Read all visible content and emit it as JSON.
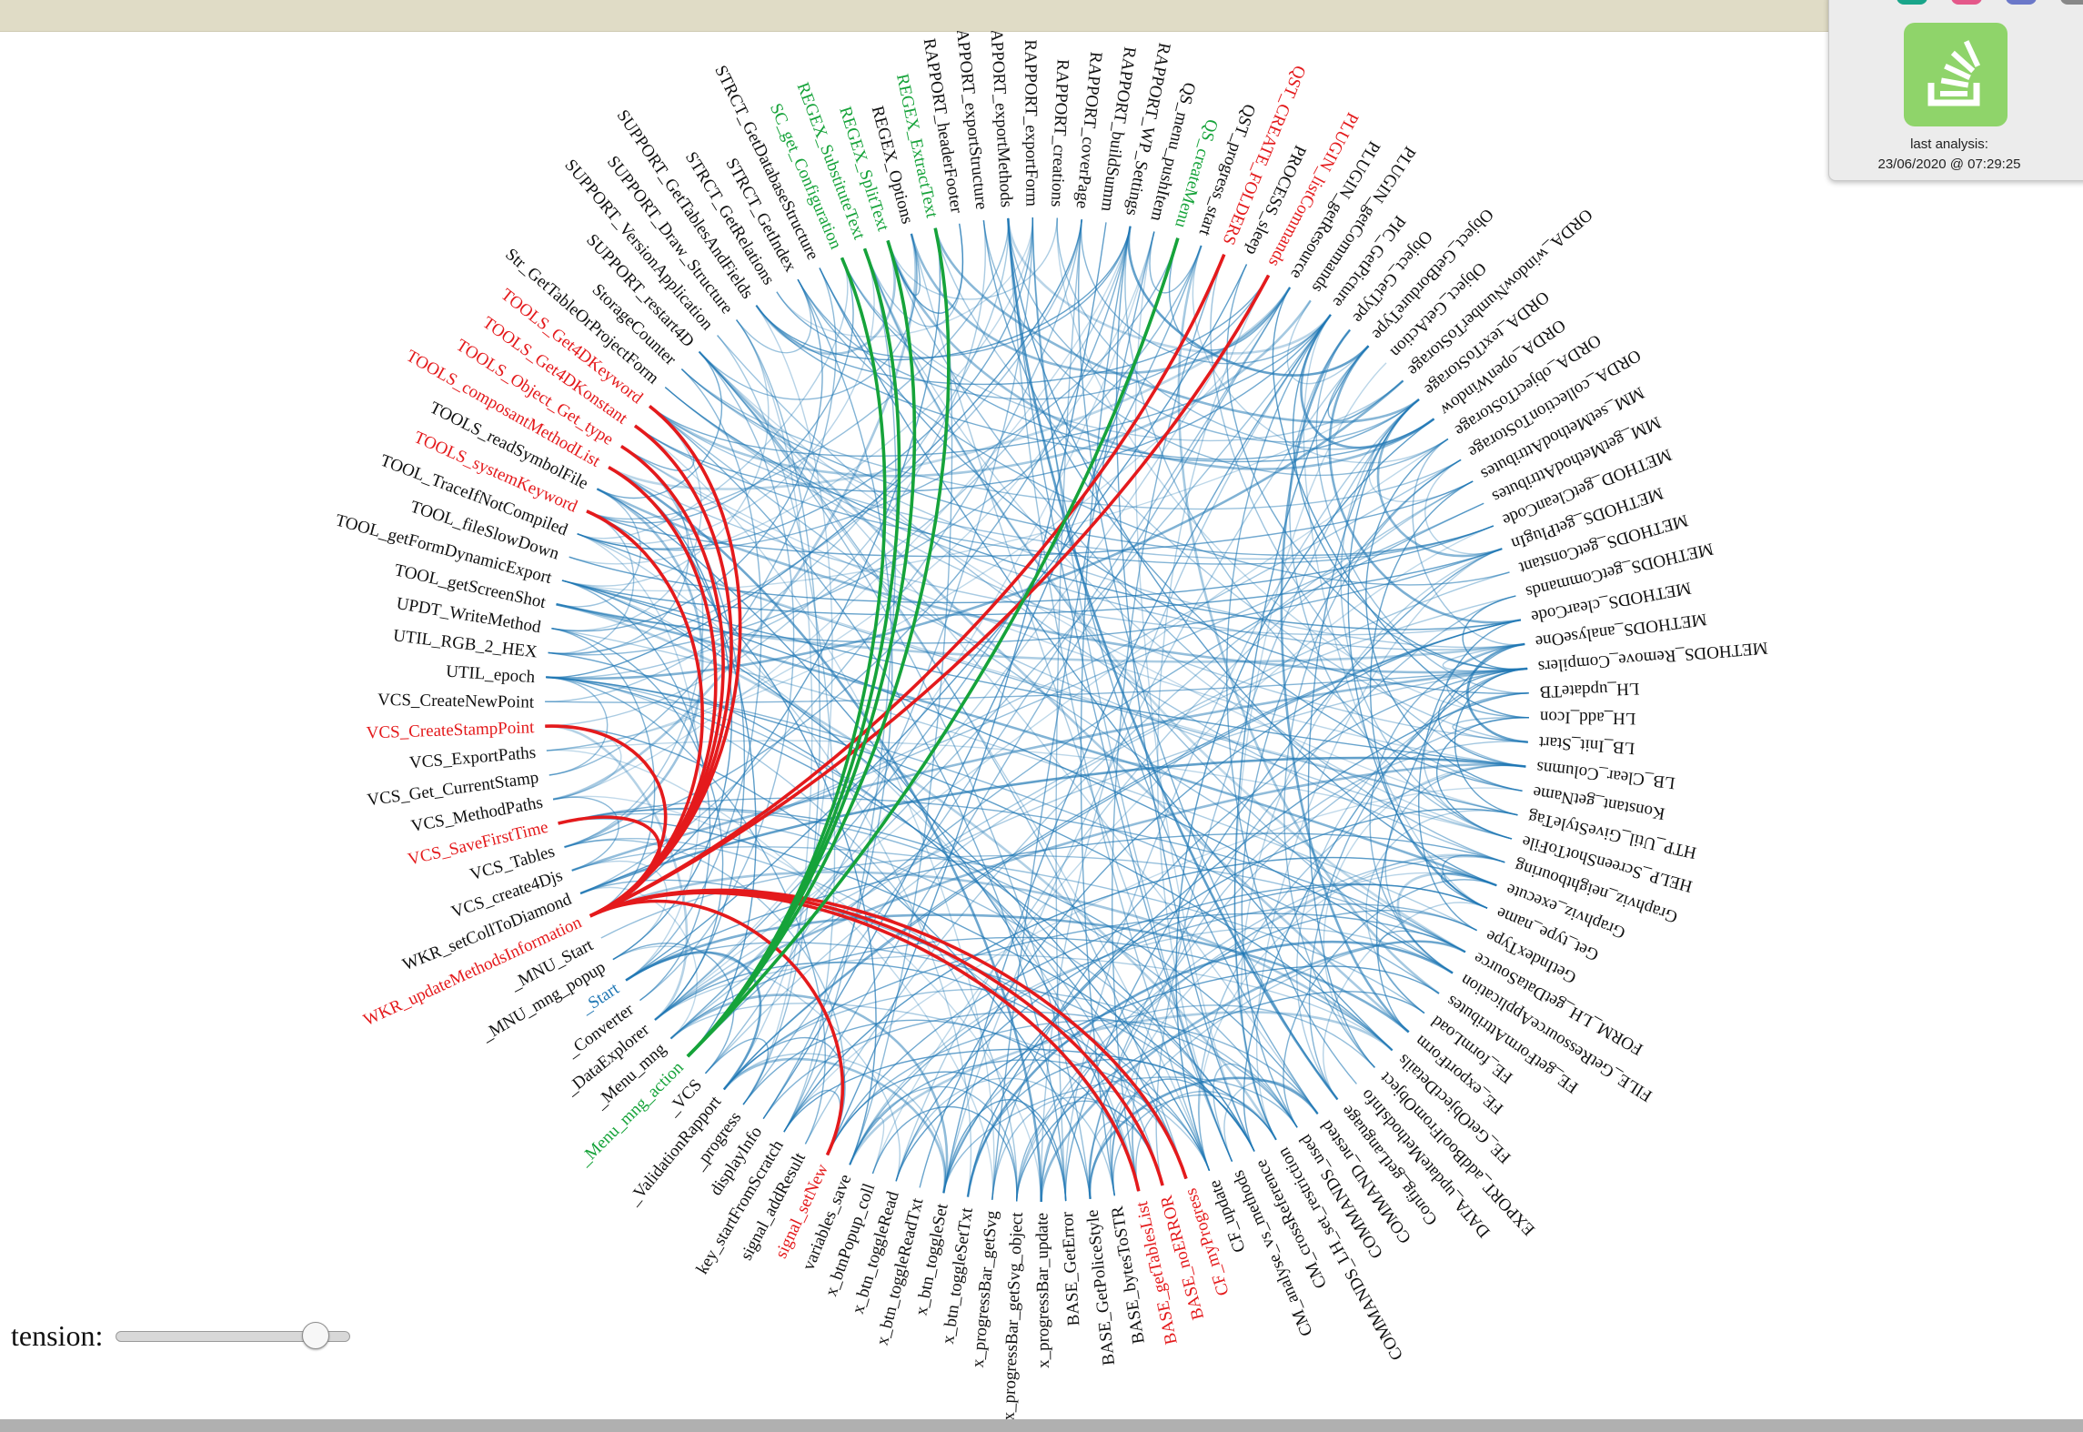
{
  "panel": {
    "caption_line1": "last analysis:",
    "caption_line2": "23/06/2020 @ 07:29:25",
    "icon": "stackoverflow-icon",
    "tab_colors": [
      "#19a58a",
      "#e4588a",
      "#6b78c9",
      "#888888"
    ]
  },
  "control": {
    "label": "tension:",
    "value": 0.85
  },
  "colors": {
    "default_label": "#111111",
    "blue_label": "#1f77b4",
    "red": "#e41a1c",
    "green": "#16a33a",
    "edge": "#1f77b4"
  },
  "nodes": [
    {
      "name": "_ValidationRapport",
      "status": "normal"
    },
    {
      "name": "_VCS",
      "status": "normal"
    },
    {
      "name": "_Menu_mng_action",
      "status": "green"
    },
    {
      "name": "_Menu_mng",
      "status": "normal"
    },
    {
      "name": "_DataExplorer",
      "status": "normal"
    },
    {
      "name": "_Converter",
      "status": "normal"
    },
    {
      "name": "_Start",
      "status": "blue"
    },
    {
      "name": "_MNU_mng_popup",
      "status": "normal"
    },
    {
      "name": "_MNU_Start",
      "status": "normal"
    },
    {
      "name": "WKR_updateMethodsInformation",
      "status": "red"
    },
    {
      "name": "WKR_setCollToDiamond",
      "status": "normal"
    },
    {
      "name": "VCS_create4Djs",
      "status": "normal"
    },
    {
      "name": "VCS_Tables",
      "status": "normal"
    },
    {
      "name": "VCS_SaveFirstTime",
      "status": "red"
    },
    {
      "name": "VCS_MethodPaths",
      "status": "normal"
    },
    {
      "name": "VCS_Get_CurrentStamp",
      "status": "normal"
    },
    {
      "name": "VCS_ExportPaths",
      "status": "normal"
    },
    {
      "name": "VCS_CreateStampPoint",
      "status": "red"
    },
    {
      "name": "VCS_CreateNewPoint",
      "status": "normal"
    },
    {
      "name": "UTIL_epoch",
      "status": "normal"
    },
    {
      "name": "UTIL_RGB_2_HEX",
      "status": "normal"
    },
    {
      "name": "UPDT_WriteMethod",
      "status": "normal"
    },
    {
      "name": "TOOL_getScreenShot",
      "status": "normal"
    },
    {
      "name": "TOOL_getFormDynamicExport",
      "status": "normal"
    },
    {
      "name": "TOOL_fileSlowDown",
      "status": "normal"
    },
    {
      "name": "TOOL_TraceIfNotCompiled",
      "status": "normal"
    },
    {
      "name": "TOOLS_systemKeyword",
      "status": "red"
    },
    {
      "name": "TOOLS_readSymbolFile",
      "status": "normal"
    },
    {
      "name": "TOOLS_composantMethodList",
      "status": "red"
    },
    {
      "name": "TOOLS_Object_Get_type",
      "status": "red"
    },
    {
      "name": "TOOLS_Get4DKonstant",
      "status": "red"
    },
    {
      "name": "TOOLS_Get4DKeyword",
      "status": "red"
    },
    {
      "name": "Str_GetTableOrProjectForm",
      "status": "normal"
    },
    {
      "name": "StorageCounter",
      "status": "normal"
    },
    {
      "name": "SUPPORT_restart4D",
      "status": "normal"
    },
    {
      "name": "SUPPORT_VersionApplication",
      "status": "normal"
    },
    {
      "name": "SUPPORT_Draw_Structure",
      "status": "normal"
    },
    {
      "name": "SUPPORT_GetTablesAndFields",
      "status": "normal"
    },
    {
      "name": "STRCT_GetRelations",
      "status": "normal"
    },
    {
      "name": "STRCT_GetIndex",
      "status": "normal"
    },
    {
      "name": "STRCT_GetDatabaseStructure",
      "status": "normal"
    },
    {
      "name": "SC_get_Configuration",
      "status": "green"
    },
    {
      "name": "REGEX_SubstituteText",
      "status": "green"
    },
    {
      "name": "REGEX_SplitText",
      "status": "green"
    },
    {
      "name": "REGEX_Options",
      "status": "normal"
    },
    {
      "name": "REGEX_ExtractText",
      "status": "green"
    },
    {
      "name": "RAPPORT_headerFooter",
      "status": "normal"
    },
    {
      "name": "RAPPORT_exportStructure",
      "status": "normal"
    },
    {
      "name": "RAPPORT_exportMethods",
      "status": "normal"
    },
    {
      "name": "RAPPORT_exportForm",
      "status": "normal"
    },
    {
      "name": "RAPPORT_creations",
      "status": "normal"
    },
    {
      "name": "RAPPORT_coverPage",
      "status": "normal"
    },
    {
      "name": "RAPPORT_buildSumm",
      "status": "normal"
    },
    {
      "name": "RAPPORT_WP_Settings",
      "status": "normal"
    },
    {
      "name": "QS_menu_pushItem",
      "status": "normal"
    },
    {
      "name": "QS_createMenu",
      "status": "green"
    },
    {
      "name": "QST_progress_start",
      "status": "normal"
    },
    {
      "name": "QST_CREATE_FOLDERS",
      "status": "red"
    },
    {
      "name": "PROCESS_sleep",
      "status": "normal"
    },
    {
      "name": "PLUGIN_listCommands",
      "status": "red"
    },
    {
      "name": "PLUGIN_getResource",
      "status": "normal"
    },
    {
      "name": "PLUGIN_getCommands",
      "status": "normal"
    },
    {
      "name": "PIC_GetPicture",
      "status": "normal"
    },
    {
      "name": "Object_GetType",
      "status": "normal"
    },
    {
      "name": "Object_GetBordureType",
      "status": "normal"
    },
    {
      "name": "Object_GetAction",
      "status": "normal"
    },
    {
      "name": "ORDA_windowNumberToStorage",
      "status": "normal"
    },
    {
      "name": "ORDA_textToStorage",
      "status": "normal"
    },
    {
      "name": "ORDA_openWindow",
      "status": "normal"
    },
    {
      "name": "ORDA_objectToStorage",
      "status": "normal"
    },
    {
      "name": "ORDA_collectionToStorage",
      "status": "normal"
    },
    {
      "name": "MM_setMethodAttributes",
      "status": "normal"
    },
    {
      "name": "MM_getMethodAttributes",
      "status": "normal"
    },
    {
      "name": "METHOD_getCleanCode",
      "status": "normal"
    },
    {
      "name": "METHODS_getPlugIn",
      "status": "normal"
    },
    {
      "name": "METHODS_getConstant",
      "status": "normal"
    },
    {
      "name": "METHODS_getCommands",
      "status": "normal"
    },
    {
      "name": "METHODS_clearCode",
      "status": "normal"
    },
    {
      "name": "METHODS_analyseOne",
      "status": "normal"
    },
    {
      "name": "METHODS_Remove_Compilers",
      "status": "normal"
    },
    {
      "name": "LH_updateTB",
      "status": "normal"
    },
    {
      "name": "LH_add_Icon",
      "status": "normal"
    },
    {
      "name": "LB_Init_Start",
      "status": "normal"
    },
    {
      "name": "LB_Clear_Columns",
      "status": "normal"
    },
    {
      "name": "Konstant_getName",
      "status": "normal"
    },
    {
      "name": "HTP_Util_GiveStyleTag",
      "status": "normal"
    },
    {
      "name": "HELP_ScreenShotToFile",
      "status": "normal"
    },
    {
      "name": "Graphviz_neightbouring",
      "status": "normal"
    },
    {
      "name": "Graphviz_execute",
      "status": "normal"
    },
    {
      "name": "Get_type_name",
      "status": "normal"
    },
    {
      "name": "GetIndexType",
      "status": "normal"
    },
    {
      "name": "FORM_LH_getDataSource",
      "status": "normal"
    },
    {
      "name": "FILE_GetRessourceApplication",
      "status": "normal"
    },
    {
      "name": "FE_getFormAttributes",
      "status": "normal"
    },
    {
      "name": "FE_formLoad",
      "status": "normal"
    },
    {
      "name": "FE_exportForm",
      "status": "normal"
    },
    {
      "name": "FE_GetObjectDetails",
      "status": "normal"
    },
    {
      "name": "EXPORT_addBoolFromObject",
      "status": "normal"
    },
    {
      "name": "DATA_updateMethodsInfo",
      "status": "normal"
    },
    {
      "name": "Config_getLanguage",
      "status": "normal"
    },
    {
      "name": "COMMAND_nested",
      "status": "normal"
    },
    {
      "name": "COMMANDS_used",
      "status": "normal"
    },
    {
      "name": "COMMANDS_LH_set_restriction",
      "status": "normal"
    },
    {
      "name": "CM_crossReference",
      "status": "normal"
    },
    {
      "name": "CM_analyse_vs_methods",
      "status": "normal"
    },
    {
      "name": "CF_update",
      "status": "normal"
    },
    {
      "name": "CF_myProgress",
      "status": "red"
    },
    {
      "name": "BASE_noERROR",
      "status": "red"
    },
    {
      "name": "BASE_getTablesList",
      "status": "red"
    },
    {
      "name": "BASE_bytesToSTR",
      "status": "normal"
    },
    {
      "name": "BASE_GetPoliceStyle",
      "status": "normal"
    },
    {
      "name": "BASE_GetError",
      "status": "normal"
    },
    {
      "name": "x_progressBar_update",
      "status": "normal"
    },
    {
      "name": "x_progressBar_getSvg_object",
      "status": "normal"
    },
    {
      "name": "x_progressBar_getSvg",
      "status": "normal"
    },
    {
      "name": "x_btn_toggleSetTxt",
      "status": "normal"
    },
    {
      "name": "x_btn_toggleSet",
      "status": "normal"
    },
    {
      "name": "x_btn_toggleReadTxt",
      "status": "normal"
    },
    {
      "name": "x_btn_toggleRead",
      "status": "normal"
    },
    {
      "name": "x_btnPopup_coll",
      "status": "normal"
    },
    {
      "name": "variables_save",
      "status": "normal"
    },
    {
      "name": "signal_setNew",
      "status": "red"
    },
    {
      "name": "signal_addResult",
      "status": "normal"
    },
    {
      "name": "key_startFromScratch",
      "status": "normal"
    },
    {
      "name": "displayInfo",
      "status": "normal"
    },
    {
      "name": "_progress",
      "status": "normal"
    }
  ],
  "highlighted_links": [
    {
      "source": "WKR_updateMethodsInformation",
      "target": "TOOLS_systemKeyword",
      "color": "red"
    },
    {
      "source": "WKR_updateMethodsInformation",
      "target": "TOOLS_composantMethodList",
      "color": "red"
    },
    {
      "source": "WKR_updateMethodsInformation",
      "target": "TOOLS_Object_Get_type",
      "color": "red"
    },
    {
      "source": "WKR_updateMethodsInformation",
      "target": "TOOLS_Get4DKonstant",
      "color": "red"
    },
    {
      "source": "WKR_updateMethodsInformation",
      "target": "TOOLS_Get4DKeyword",
      "color": "red"
    },
    {
      "source": "WKR_updateMethodsInformation",
      "target": "VCS_SaveFirstTime",
      "color": "red"
    },
    {
      "source": "WKR_updateMethodsInformation",
      "target": "VCS_CreateStampPoint",
      "color": "red"
    },
    {
      "source": "WKR_updateMethodsInformation",
      "target": "signal_setNew",
      "color": "red"
    },
    {
      "source": "WKR_updateMethodsInformation",
      "target": "BASE_getTablesList",
      "color": "red"
    },
    {
      "source": "WKR_updateMethodsInformation",
      "target": "BASE_noERROR",
      "color": "red"
    },
    {
      "source": "WKR_updateMethodsInformation",
      "target": "CF_myProgress",
      "color": "red"
    },
    {
      "source": "WKR_updateMethodsInformation",
      "target": "QST_CREATE_FOLDERS",
      "color": "red"
    },
    {
      "source": "WKR_updateMethodsInformation",
      "target": "PLUGIN_listCommands",
      "color": "red"
    },
    {
      "source": "_Menu_mng_action",
      "target": "SC_get_Configuration",
      "color": "green"
    },
    {
      "source": "_Menu_mng_action",
      "target": "REGEX_SubstituteText",
      "color": "green"
    },
    {
      "source": "_Menu_mng_action",
      "target": "REGEX_SplitText",
      "color": "green"
    },
    {
      "source": "_Menu_mng_action",
      "target": "REGEX_ExtractText",
      "color": "green"
    },
    {
      "source": "_Menu_mng_action",
      "target": "QS_createMenu",
      "color": "green"
    }
  ]
}
